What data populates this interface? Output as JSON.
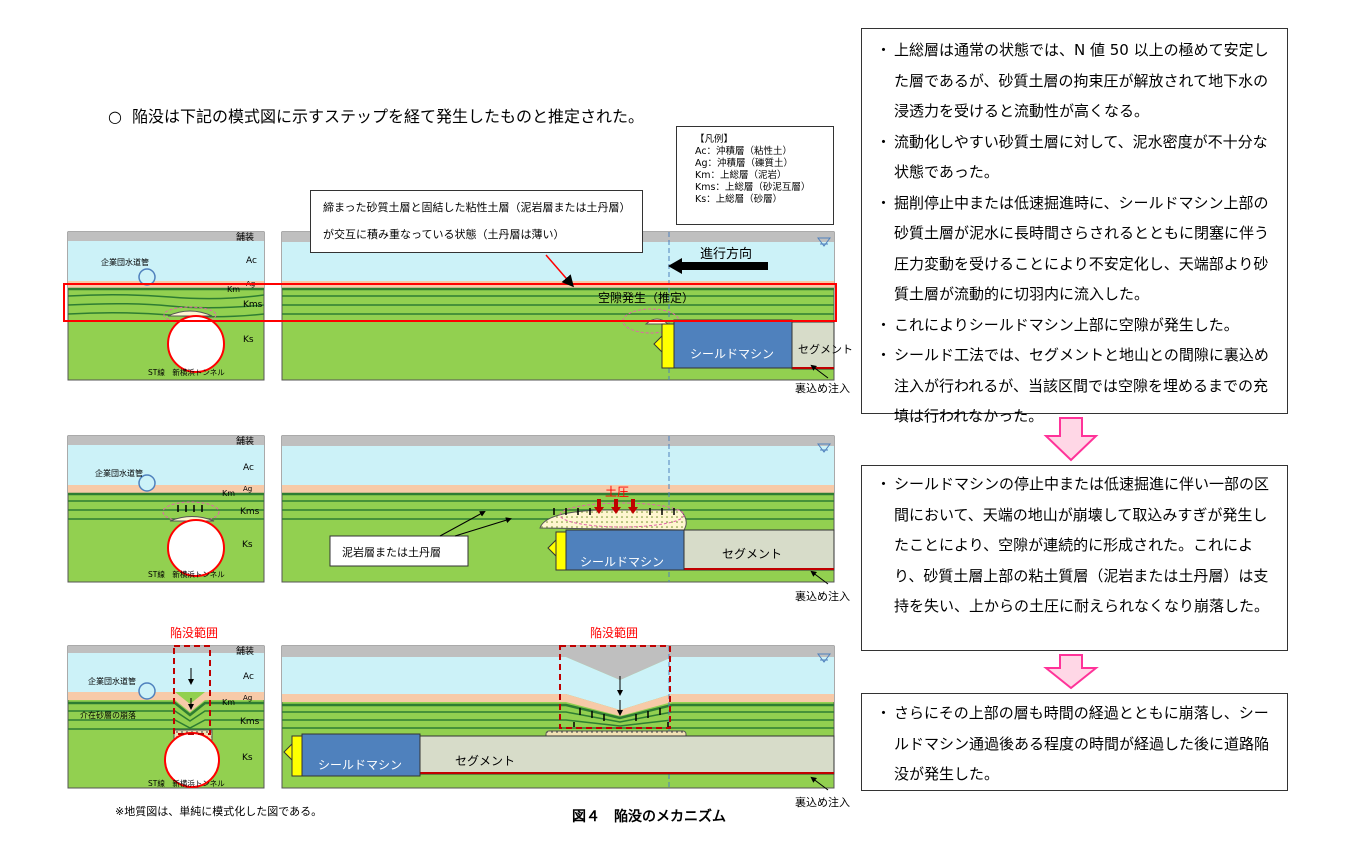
{
  "headline": {
    "mark": "○",
    "text": "陥没は下記の模式図に示すステップを経て発生したものと推定された。"
  },
  "legend": {
    "title": "【凡例】",
    "items": [
      "Ac：沖積層（粘性土）",
      "Ag：沖積層（礫質土）",
      "Km：上総層（泥岩）",
      "Kms：上総層（砂泥互層）",
      "Ks：上総層（砂層）"
    ]
  },
  "callout": "締まった砂質土層と固結した粘性土層（泥岩層または土丹層）が交互に積み重なっている状態（土丹層は薄い）",
  "cross_section": {
    "pavement": "舗装",
    "layers": [
      "Ac",
      "Ag",
      "Km",
      "Kms",
      "Ks"
    ],
    "water_pipe": "企業団水道管",
    "tunnel": "ST線　新横浜トンネル",
    "collapse_label": "介在砂層の崩落"
  },
  "long_section": {
    "direction": "進行方向",
    "void": "空隙発生（推定）",
    "shield": "シールドマシン",
    "segment": "セグメント",
    "backfill": "裏込め注入",
    "earth_pressure": "土圧",
    "mudstone": "泥岩層または土丹層",
    "sinkhole": "陥没範囲",
    "water_level": "∇"
  },
  "explanation": {
    "step1": [
      "上総層は通常の状態では、N 値 50 以上の極めて安定した層であるが、砂質土層の拘束圧が解放されて地下水の浸透力を受けると流動性が高くなる。",
      "流動化しやすい砂質土層に対して、泥水密度が不十分な状態であった。",
      "掘削停止中または低速掘進時に、シールドマシン上部の砂質土層が泥水に長時間さらされるとともに閉塞に伴う圧力変動を受けることにより不安定化し、天端部より砂質土層が流動的に切羽内に流入した。",
      "これによりシールドマシン上部に空隙が発生した。",
      "シールド工法では、セグメントと地山との間隙に裏込め注入が行われるが、当該区間では空隙を埋めるまでの充填は行われなかった。"
    ],
    "step2": [
      "シールドマシンの停止中または低速掘進に伴い一部の区間において、天端の地山が崩壊して取込みすぎが発生したことにより、空隙が連続的に形成された。これにより、砂質土層上部の粘土質層（泥岩または土丹層）は支持を失い、上からの土圧に耐えられなくなり崩落した。"
    ],
    "step3": [
      "さらにその上部の層も時間の経過とともに崩落し、シールドマシン通過後ある程度の時間が経過した後に道路陥没が発生した。"
    ]
  },
  "footnote": "※地質図は、単純に模式化した図である。",
  "figcaption": "図４　陥没のメカニズム",
  "colors": {
    "sky": "#ccf2f8",
    "ac_ag": "#f7caa8",
    "kms": "#8dc24f",
    "ks": "#92d050",
    "road": "#bfbfbf",
    "shield": "#4f81bd",
    "segment": "#d7dcc9",
    "red": "#ff0000",
    "arrow": "#ff66a3"
  }
}
